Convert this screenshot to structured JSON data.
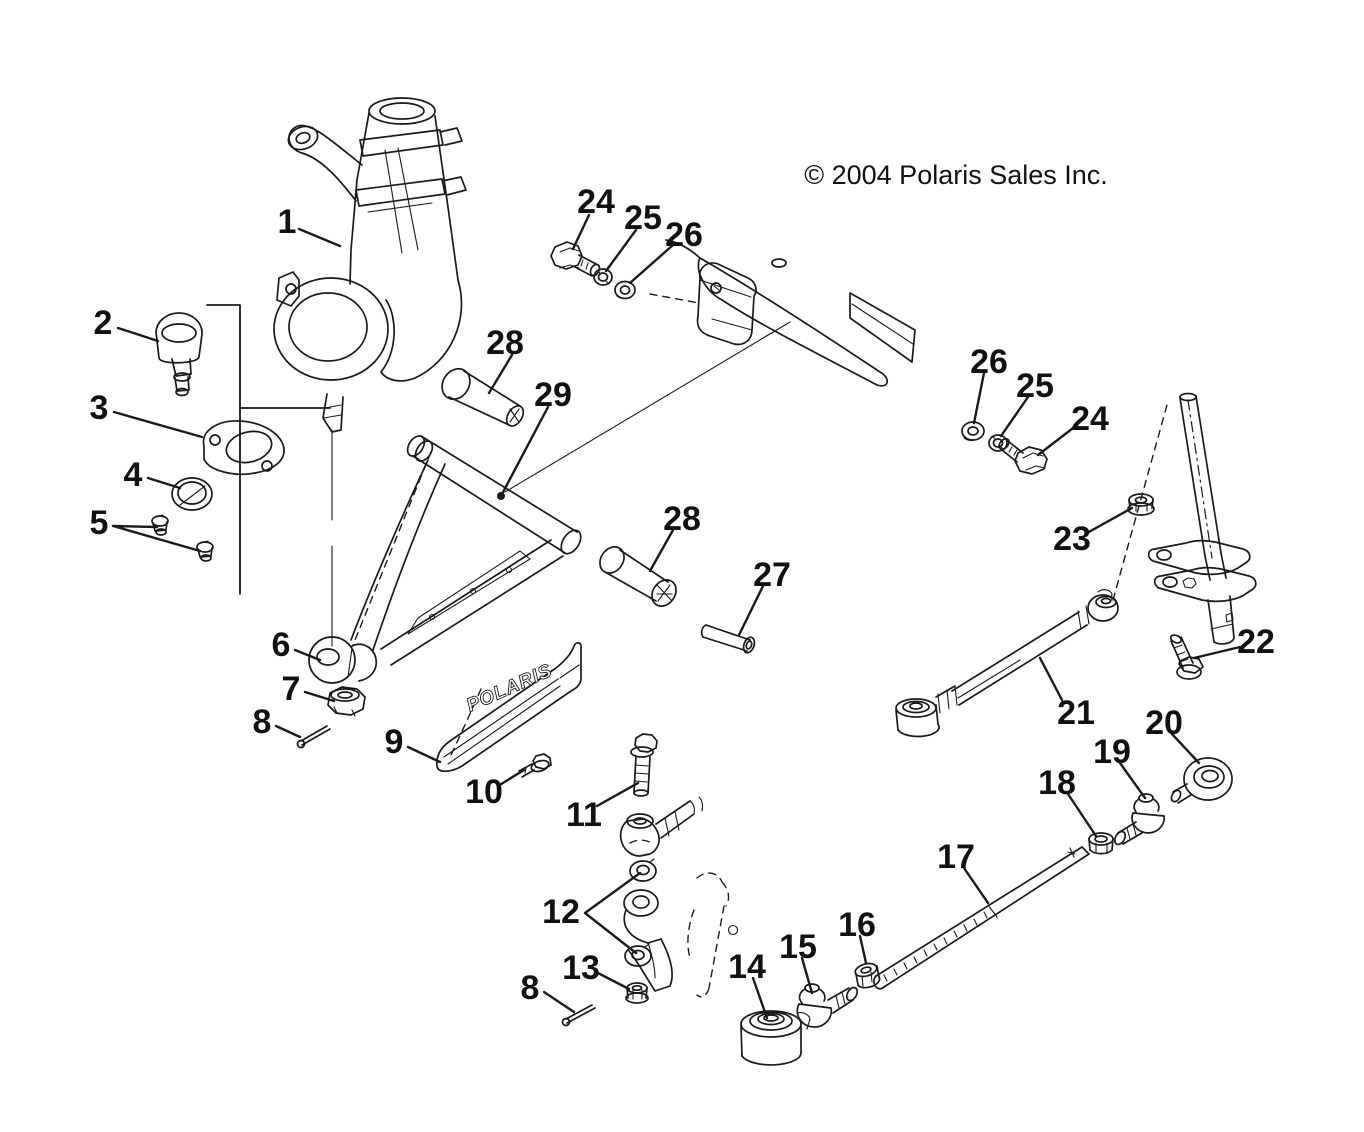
{
  "diagram": {
    "copyright": "© 2004 Polaris Sales Inc.",
    "guard_logo": "POLARIS",
    "callouts": [
      {
        "label": "1"
      },
      {
        "label": "2"
      },
      {
        "label": "3"
      },
      {
        "label": "4"
      },
      {
        "label": "5"
      },
      {
        "label": "6"
      },
      {
        "label": "7"
      },
      {
        "label": "8"
      },
      {
        "label": "9"
      },
      {
        "label": "10"
      },
      {
        "label": "11"
      },
      {
        "label": "12"
      },
      {
        "label": "13"
      },
      {
        "label": "8"
      },
      {
        "label": "14"
      },
      {
        "label": "15"
      },
      {
        "label": "16"
      },
      {
        "label": "17"
      },
      {
        "label": "18"
      },
      {
        "label": "19"
      },
      {
        "label": "20"
      },
      {
        "label": "21"
      },
      {
        "label": "22"
      },
      {
        "label": "23"
      },
      {
        "label": "24"
      },
      {
        "label": "25"
      },
      {
        "label": "26"
      },
      {
        "label": "26"
      },
      {
        "label": "25"
      },
      {
        "label": "24"
      },
      {
        "label": "27"
      },
      {
        "label": "28"
      },
      {
        "label": "28"
      },
      {
        "label": "29"
      }
    ]
  }
}
